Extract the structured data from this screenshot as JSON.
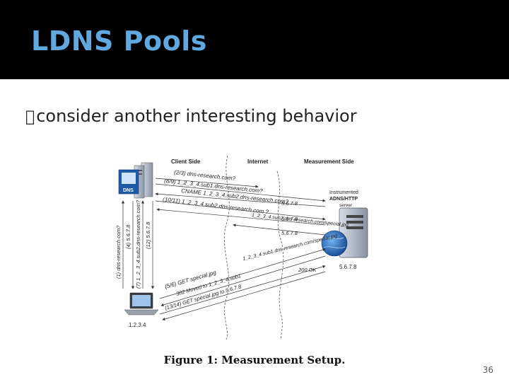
{
  "slide": {
    "title": "LDNS Pools",
    "bullet_mark": "",
    "bullet_text": "consider another interesting behavior",
    "page_number": "36"
  },
  "figure": {
    "col_client": "Client Side",
    "col_internet": "Internet",
    "col_measurement": "Measurement Side",
    "dns_label": "DNS",
    "server_label_1": "Instrumented",
    "server_label_2": "ADNS/HTTP",
    "server_label_3": "server",
    "server_ip": "5.6.7.8",
    "client_ip": "1.2.3.4",
    "m1": "(2/3) dns-research.com?",
    "m2": "(8/9)  1_2_3_4.sub1.dns-research.com?",
    "m3": "CNAME 1_2_3_4.sub2.dns-research.com?",
    "m4": "(10/11)  1_2_3_4.sub2.dns-research.com ?",
    "m5": "5.6.7.8",
    "m6": "5.6.7.8",
    "m7": "5.6.7.8",
    "m8": "1_2_3_4.sub2.dns-research.com/special.jpg",
    "m9": "1_2_3_4.sub1.dns-research.com/special.jpg",
    "m10": "(5/6)  GET special.jpg",
    "m11": "302 Moved to 1_2_3_4.sub1",
    "m12": "200 OK",
    "m13": "(13/14)  GET special.jpg to 5.6.7.8",
    "v1": "(1)  dns-research.com?",
    "v2": "(4)  5.6.7.8",
    "v3": "(7)  1_2_3_4.sub2.dns-research.com?",
    "v4": "(12)  5.6.7.8",
    "caption": "Figure 1:  Measurement Setup."
  }
}
